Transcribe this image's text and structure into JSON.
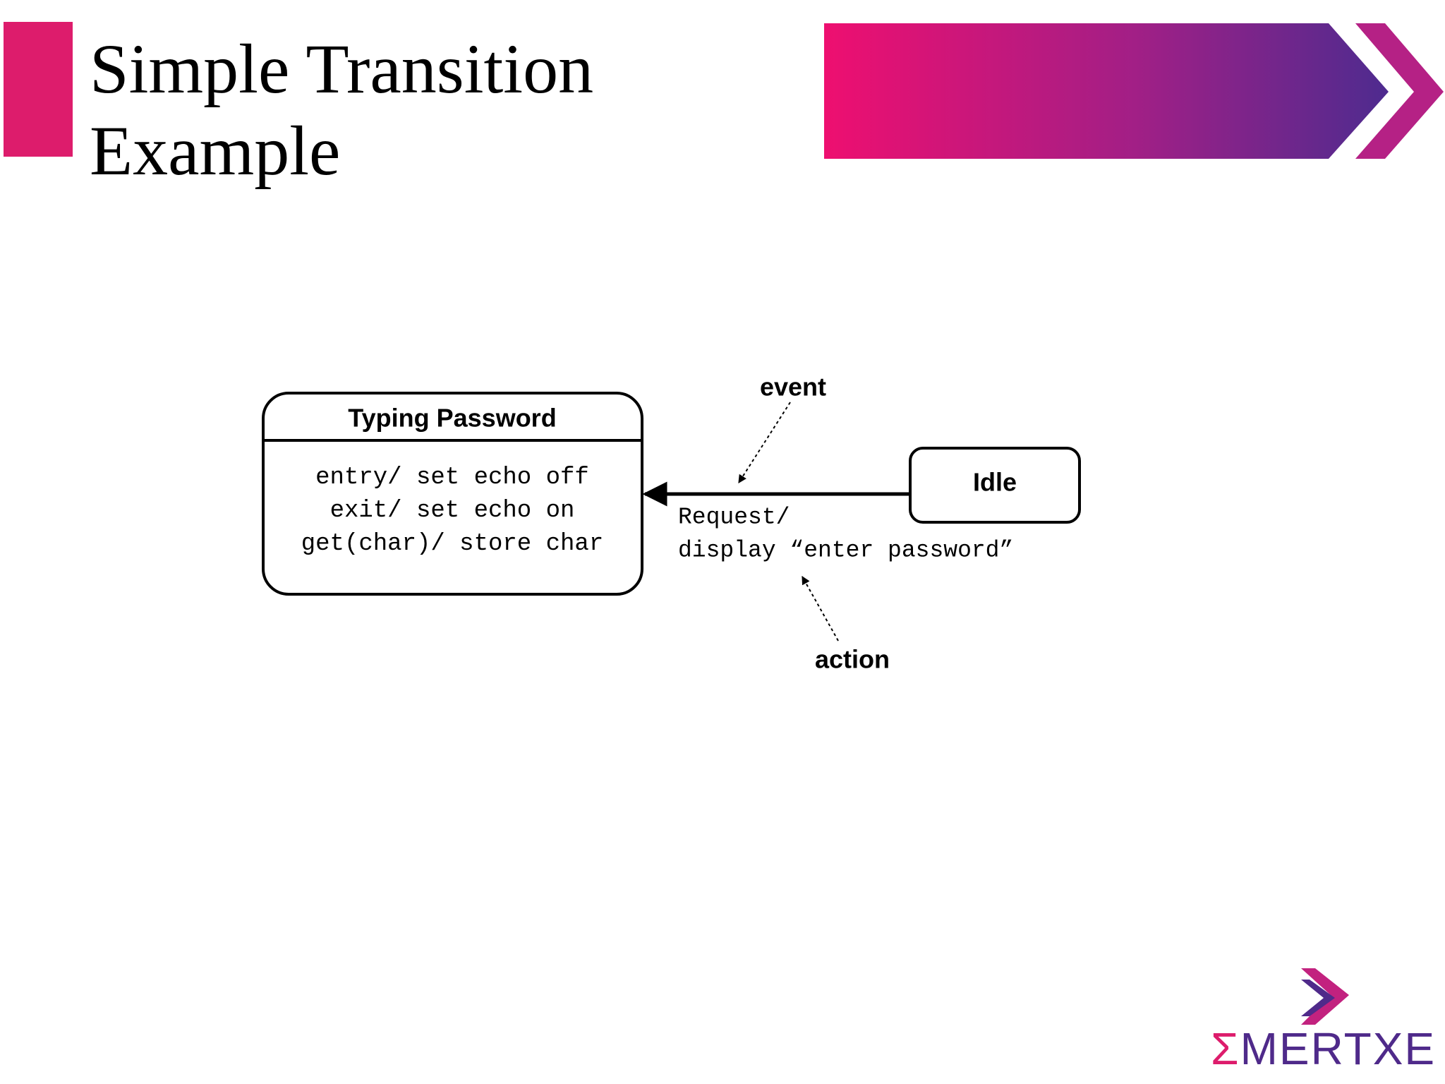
{
  "slide": {
    "title_line1": "Simple Transition",
    "title_line2": "Example"
  },
  "diagram": {
    "state_typing": {
      "name": "Typing Password",
      "actions": [
        "entry/ set echo off",
        "exit/ set echo on",
        "get(char)/ store char"
      ]
    },
    "state_idle": {
      "name": "Idle"
    },
    "transition": {
      "label_line1": "Request/",
      "label_line2": "display “enter password”"
    },
    "annotations": {
      "event": "event",
      "action": "action"
    }
  },
  "logo": {
    "sigma": "Σ",
    "text": "MERTXE"
  },
  "colors": {
    "accent": "#dd1c6c",
    "gradient_start": "#ee0f70",
    "gradient_end": "#4e2b8f"
  }
}
